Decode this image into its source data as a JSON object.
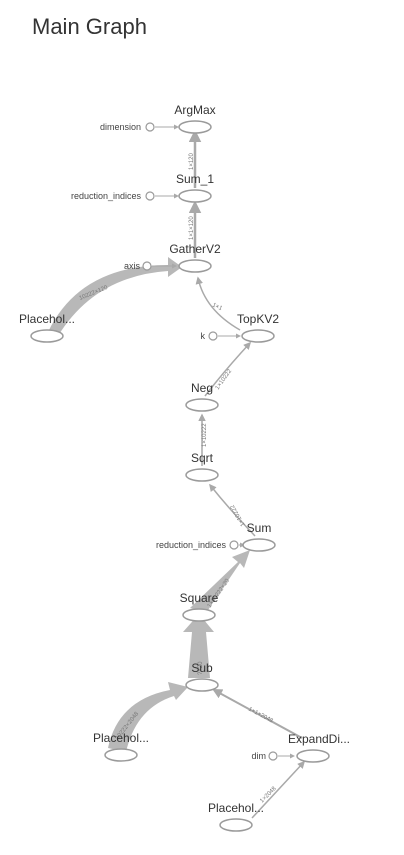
{
  "title": "Main Graph",
  "colors": {
    "edge": "#a9a9a9",
    "node_fill": "#ffffff",
    "node_stroke": "#9a9a9a",
    "text": "#333333"
  },
  "nodes": {
    "argmax": "ArgMax",
    "sum_1": "Sum_1",
    "gatherv2": "GatherV2",
    "placeholder_top": "Placehol...",
    "topkv2": "TopKV2",
    "neg": "Neg",
    "sqrt": "Sqrt",
    "sum": "Sum",
    "square": "Square",
    "sub": "Sub",
    "placeholder_mid": "Placehol...",
    "expanddims": "ExpandDi...",
    "placeholder_bottom": "Placehol..."
  },
  "constants": {
    "dimension": "dimension",
    "reduction_indices_1": "reduction_indices",
    "axis": "axis",
    "k": "k",
    "reduction_indices_2": "reduction_indices",
    "dim": "dim"
  },
  "edge_labels": {
    "sum1_to_argmax": "1×120",
    "gather_to_sum1": "1×1×120",
    "placeholder_to_gather": "10222×120",
    "topk_to_gather": "1×1",
    "neg_to_topk": "1×10222",
    "sqrt_to_neg": "1×10222",
    "sum_to_sqrt": "1×10222",
    "square_to_sum": "1×10222×20",
    "sub_to_square": "?×20",
    "placeholder_to_sub": "10222×2048",
    "expand_to_sub": "1×1×2048",
    "placeholder_to_expand": "1×2048"
  }
}
